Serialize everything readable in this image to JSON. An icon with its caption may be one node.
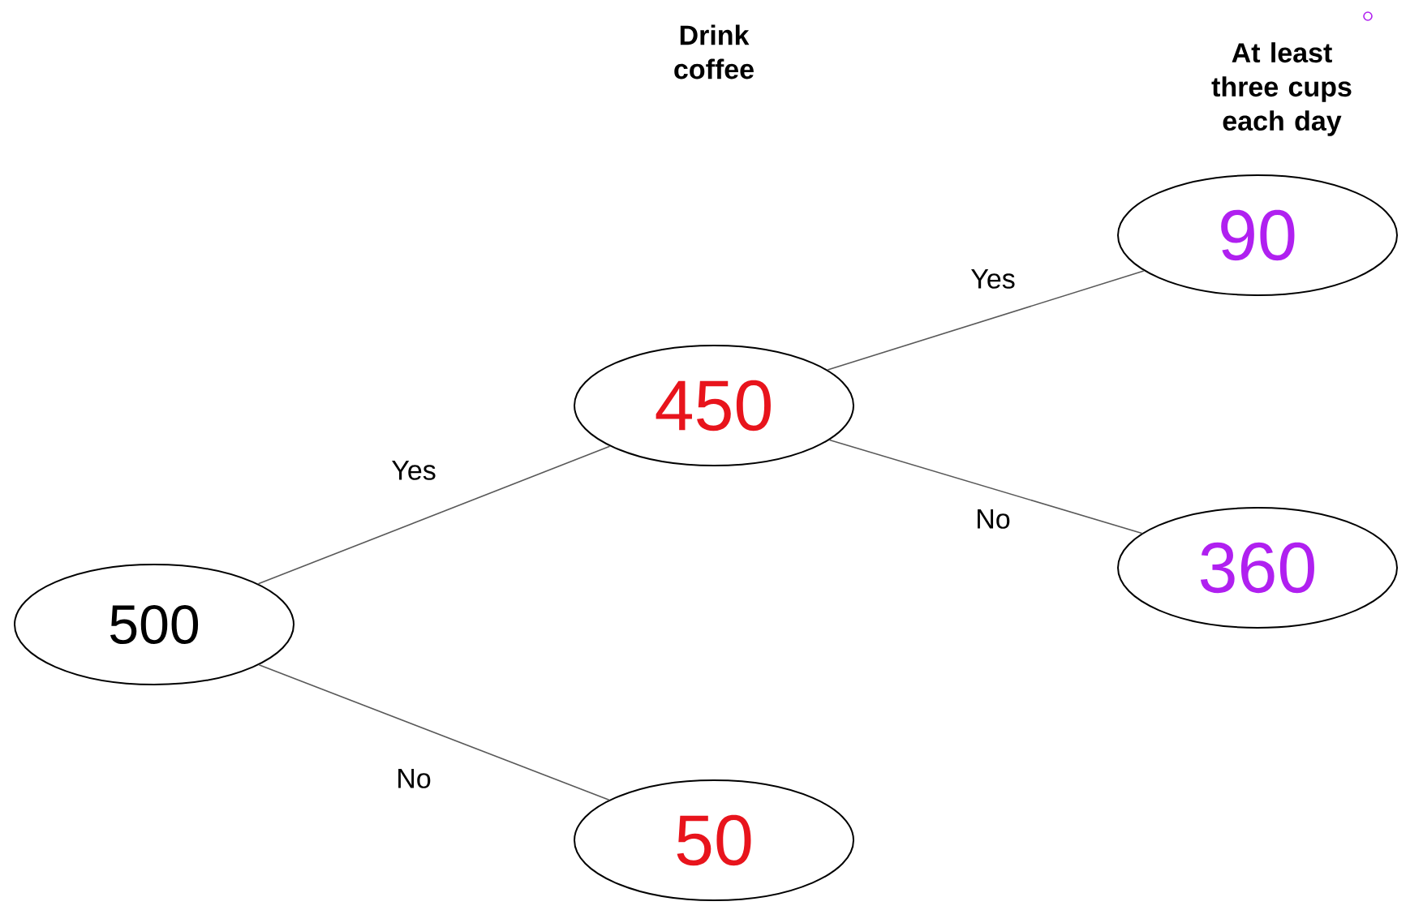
{
  "diagram": {
    "nodes": [
      {
        "text": [
          "500"
        ]
      },
      {
        "text": [
          "450"
        ]
      },
      {
        "text": [
          "50"
        ]
      },
      {
        "text": [
          "90"
        ]
      },
      {
        "text": [
          "360"
        ]
      }
    ],
    "edges": [
      {
        "from": 0,
        "to": 1,
        "arrow": "none",
        "label": "Yes"
      },
      {
        "from": 0,
        "to": 2,
        "arrow": "none",
        "label": "No"
      },
      {
        "from": 1,
        "to": 3,
        "arrow": "none",
        "label": "Yes"
      },
      {
        "from": 1,
        "to": 4,
        "arrow": "none",
        "label": "No"
      }
    ],
    "labels": [
      "Drink coffee",
      "At least three cups each day"
    ]
  }
}
